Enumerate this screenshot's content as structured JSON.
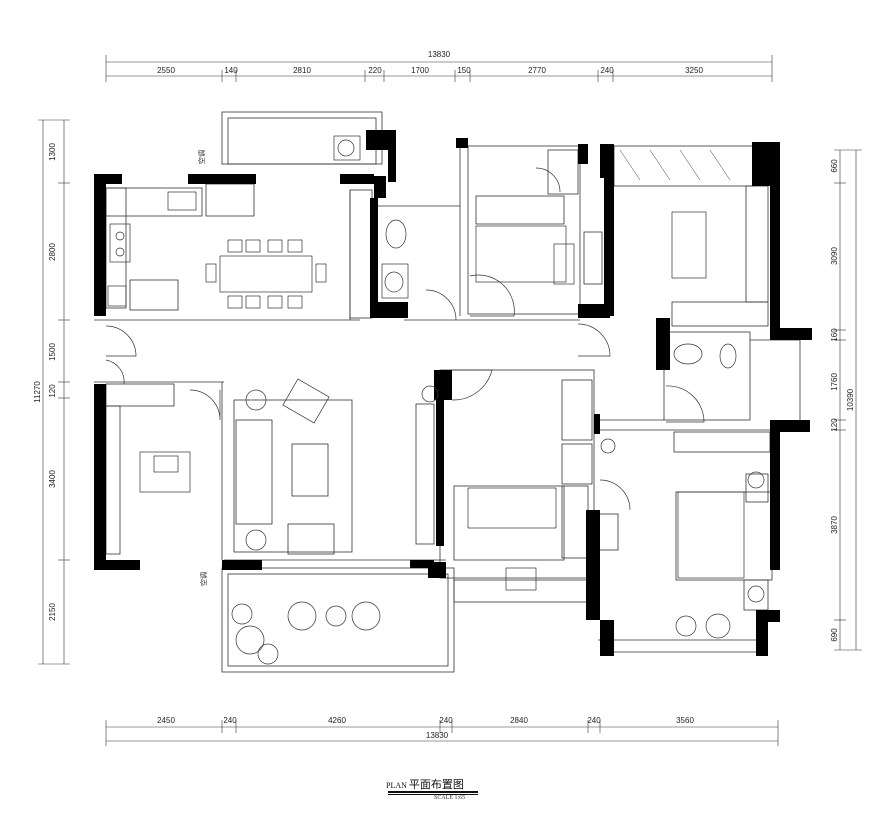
{
  "drawing": {
    "title_prefix": "PLAN",
    "title_main": "平面布置图",
    "scale_text": "SCALE 1:65"
  },
  "dimensions": {
    "top_total": "13830",
    "top_segments": [
      "2550",
      "140",
      "2810",
      "220",
      "1700",
      "150",
      "2770",
      "240",
      "3250"
    ],
    "bottom_total": "13830",
    "bottom_segments": [
      "2450",
      "240",
      "4260",
      "240",
      "2840",
      "240",
      "3560"
    ],
    "left_total": "11270",
    "left_segments": [
      "1300",
      "2800",
      "1500",
      "120",
      "3400",
      "2150"
    ],
    "right_total": "10390",
    "right_segments": [
      "660",
      "3090",
      "160",
      "1760",
      "120",
      "3870",
      "690"
    ]
  },
  "labels": {
    "ac_top": "空调",
    "ac_bottom": "空调"
  }
}
